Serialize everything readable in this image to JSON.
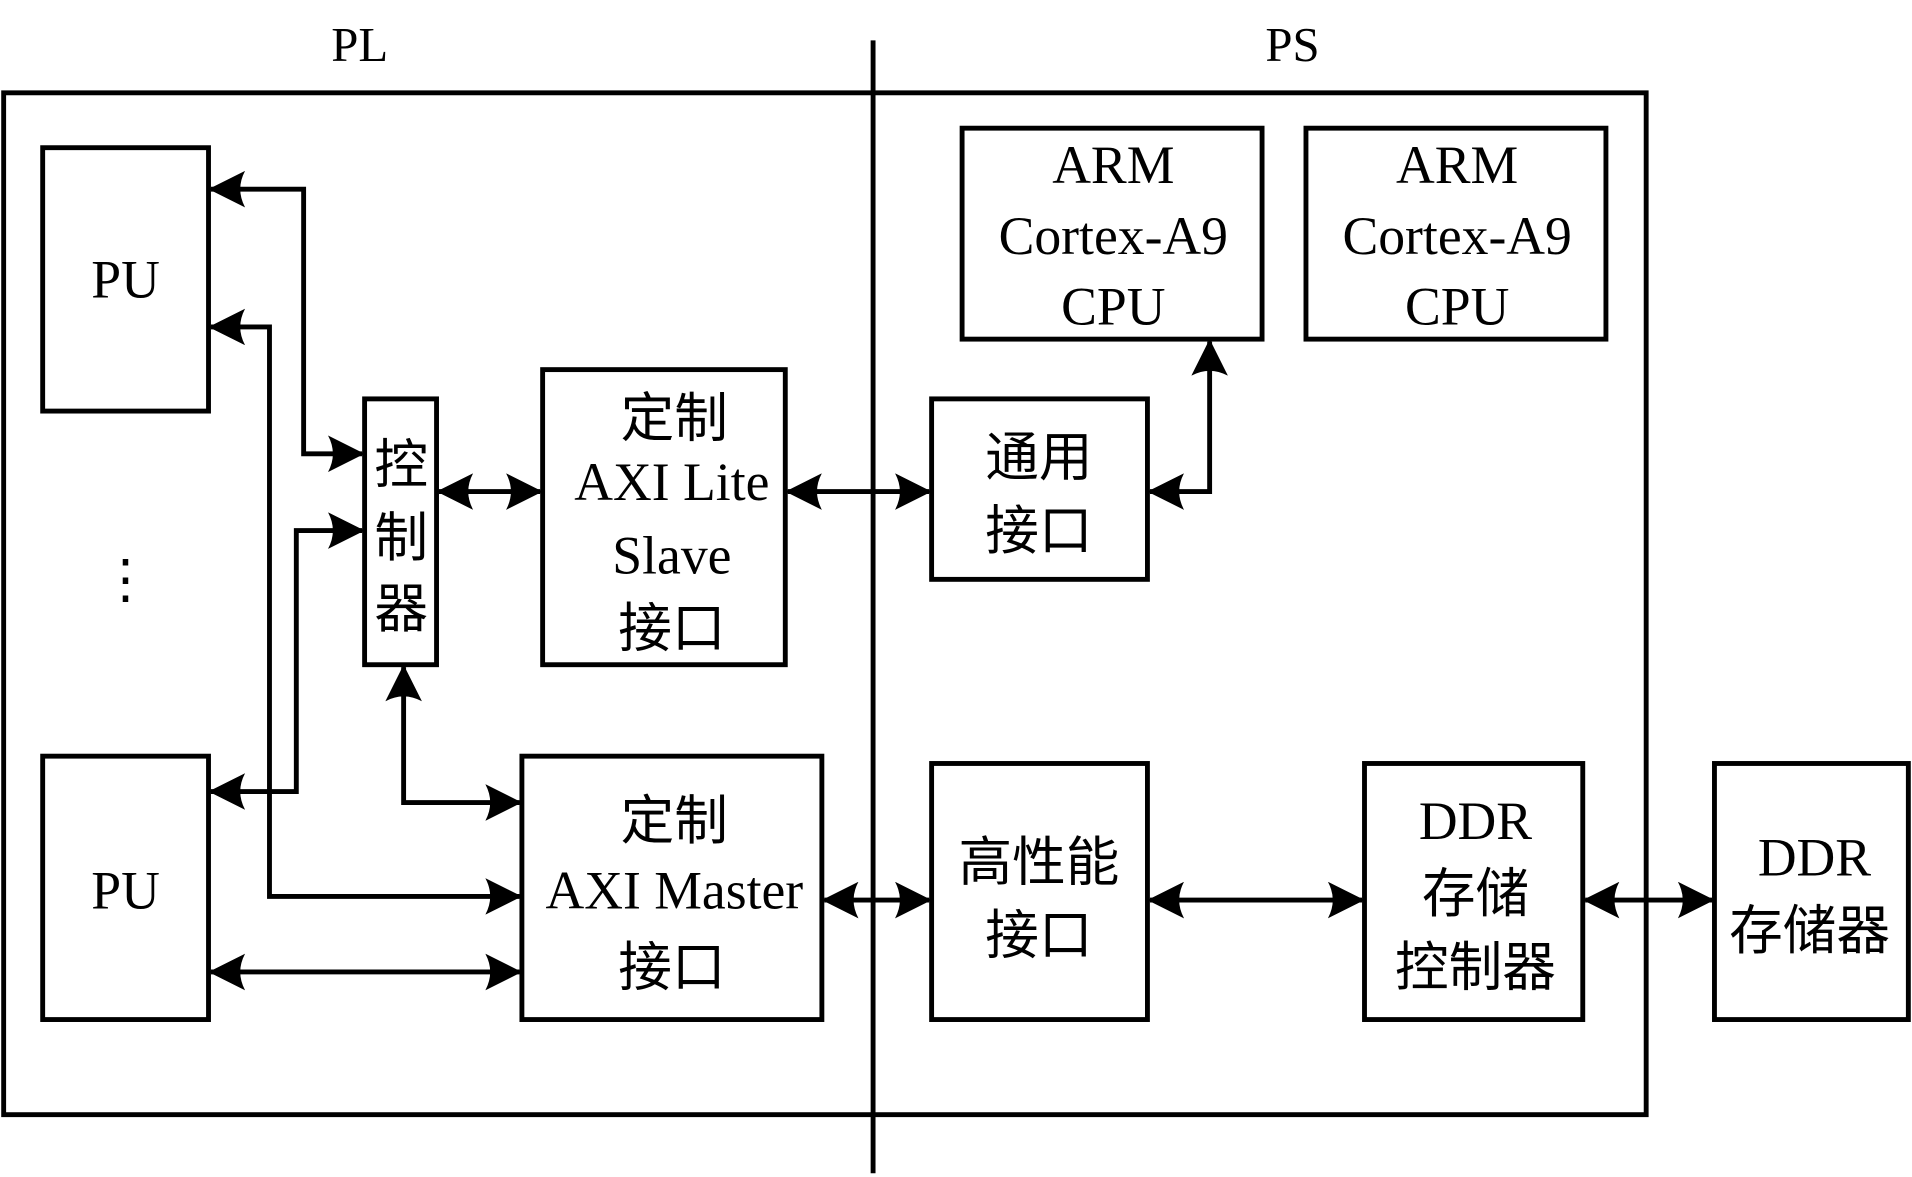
{
  "regions": {
    "pl": "PL",
    "ps": "PS"
  },
  "blocks": {
    "pu_top": [
      "PU"
    ],
    "pu_bottom": [
      "PU"
    ],
    "ellipsis": [
      "⋮"
    ],
    "controller": [
      "控",
      "制",
      "器"
    ],
    "axi_lite": [
      "定制",
      "AXI Lite",
      "Slave",
      "接口"
    ],
    "axi_master": [
      "定制",
      "AXI Master",
      "接口"
    ],
    "cpu1": [
      "ARM",
      "Cortex-A9",
      "CPU"
    ],
    "cpu2": [
      "ARM",
      "Cortex-A9",
      "CPU"
    ],
    "gp_port": [
      "通用",
      "接口"
    ],
    "hp_port": [
      "高性能",
      "接口"
    ],
    "ddr_ctrl": [
      "DDR",
      "存储",
      "控制器"
    ],
    "ddr_mem": [
      "DDR",
      "存储器"
    ]
  }
}
